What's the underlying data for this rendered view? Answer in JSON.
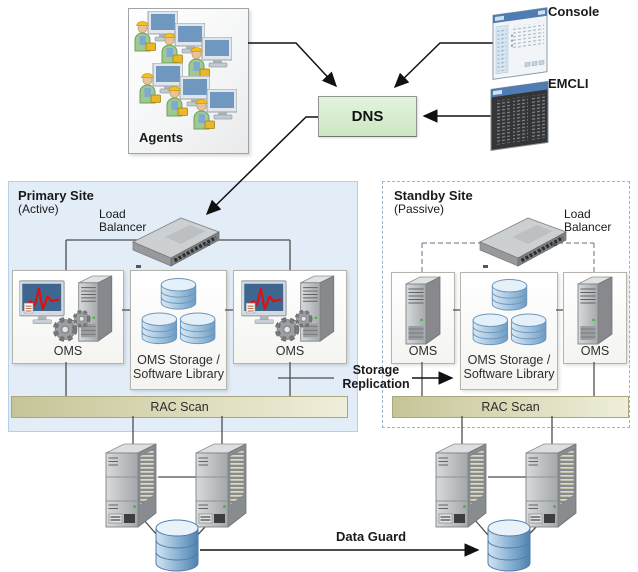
{
  "nodes": {
    "agents": {
      "label": "Agents",
      "icon": "workstation-group-icon"
    },
    "dns": {
      "label": "DNS"
    },
    "console": {
      "label": "Console",
      "icon": "browser-window-icon"
    },
    "emcli": {
      "label": "EMCLI",
      "icon": "terminal-window-icon"
    },
    "primary_site": {
      "title": "Primary Site",
      "mode": "(Active)",
      "load_balancer": "Load Balancer",
      "oms_left": {
        "label": "OMS",
        "icon": "oms-monitor-gears-server-icon"
      },
      "oms_right": {
        "label": "OMS",
        "icon": "oms-monitor-gears-server-icon"
      },
      "storage": {
        "line1": "OMS Storage /",
        "line2": "Software Library",
        "icon": "database-cylinders-icon"
      },
      "rac_scan": "RAC Scan"
    },
    "standby_site": {
      "title": "Standby Site",
      "mode": "(Passive)",
      "load_balancer": "Load Balancer",
      "oms_left": {
        "label": "OMS",
        "icon": "server-tower-icon"
      },
      "oms_right": {
        "label": "OMS",
        "icon": "server-tower-icon"
      },
      "storage": {
        "line1": "OMS Storage /",
        "line2": "Software Library",
        "icon": "database-cylinders-icon"
      },
      "rac_scan": "RAC Scan"
    }
  },
  "connections": {
    "storage_replication": "Storage Replication",
    "data_guard": "Data Guard"
  },
  "colors": {
    "primary_site_bg": "#e3edf7",
    "primary_site_border": "#b9cfe4",
    "standby_border": "#9db3c8",
    "dns_fill": "#d9edd2",
    "rac_bar_start": "#c6c497",
    "rac_bar_end": "#efeeda",
    "database_blue": "#6d9cc4",
    "arrow": "#111111"
  }
}
